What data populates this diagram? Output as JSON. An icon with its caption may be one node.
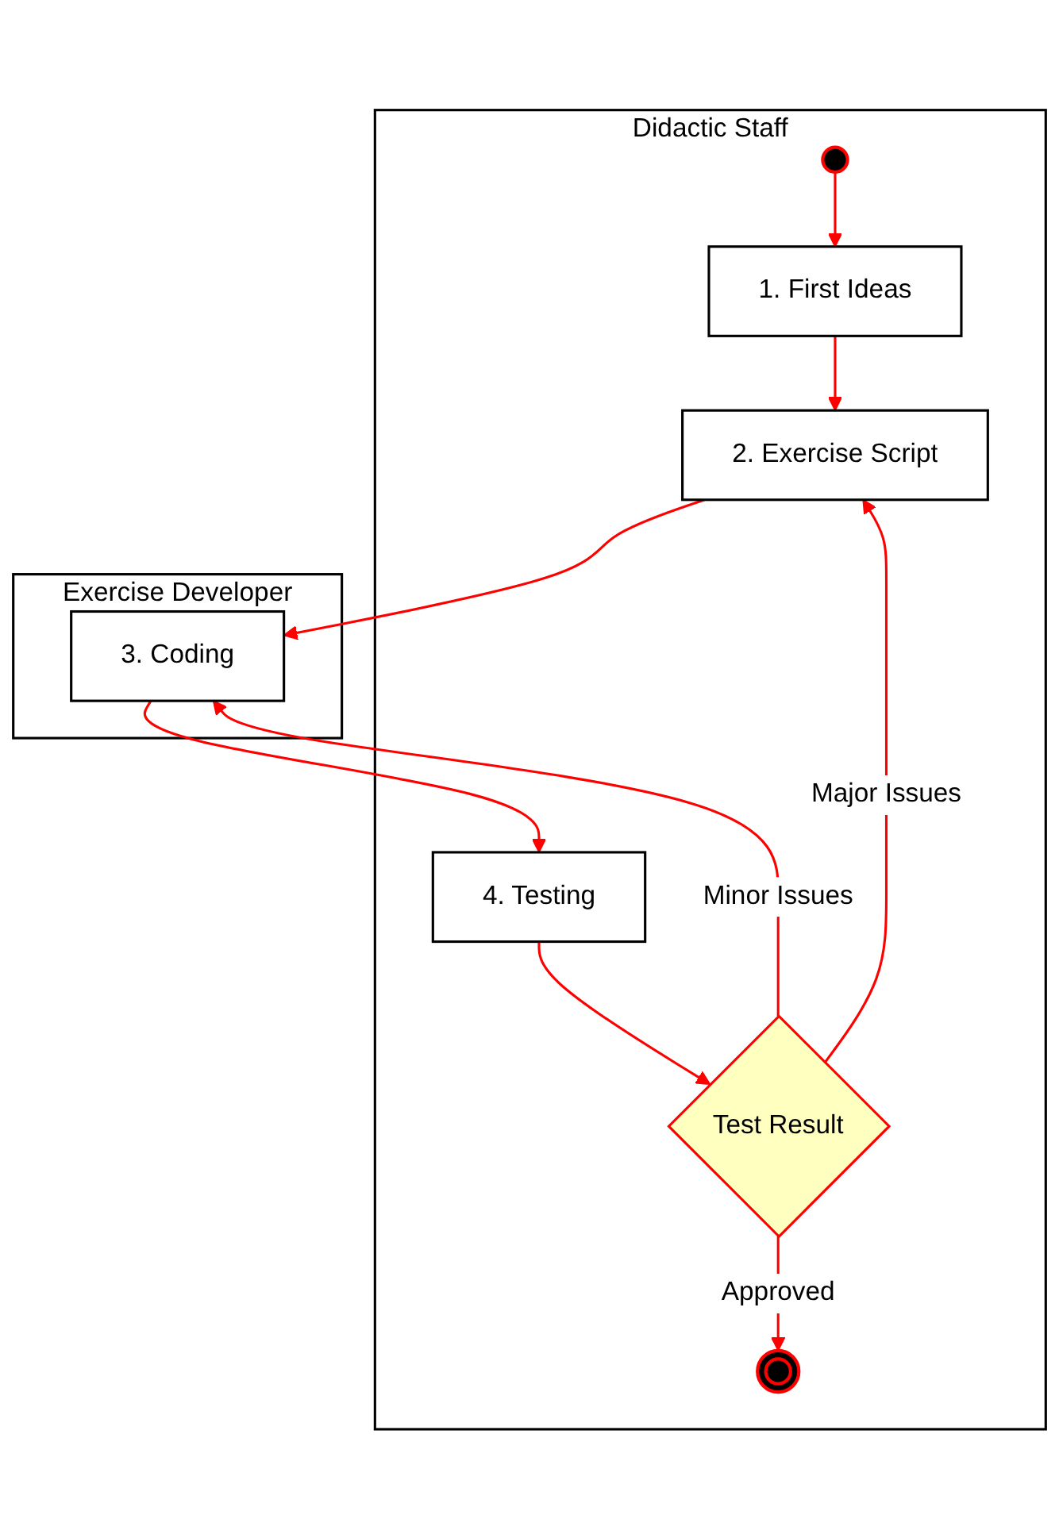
{
  "diagram": {
    "nodes": [
      {
        "text": [
          "Didactic Staff"
        ]
      },
      {
        "text": [
          "Exercise Developer"
        ]
      },
      {
        "text": [],
        "shape": "circle",
        "in": 0
      },
      {
        "text": [
          "1. First Ideas"
        ],
        "in": 0
      },
      {
        "text": [
          "2. Exercise Script"
        ],
        "in": 0
      },
      {
        "text": [
          "4. Testing"
        ],
        "in": 0
      },
      {
        "text": [
          "Test Result"
        ],
        "in": 0
      },
      {
        "text": [],
        "shape": "circle",
        "in": 0
      },
      {
        "text": [
          "3. Coding"
        ],
        "in": 1
      }
    ],
    "edges": [
      {
        "from": 2,
        "to": 3,
        "arrow": "to"
      },
      {
        "from": 3,
        "to": 4,
        "arrow": "to"
      },
      {
        "from": 4,
        "to": 8,
        "arrow": "to"
      },
      {
        "from": 8,
        "to": 5,
        "arrow": "to"
      },
      {
        "from": 5,
        "to": 6,
        "arrow": "to"
      },
      {
        "from": 6,
        "to": 4,
        "arrow": "to",
        "label": "Major Issues"
      },
      {
        "from": 6,
        "to": 8,
        "arrow": "to",
        "label": "Minor Issues"
      },
      {
        "from": 6,
        "to": 7,
        "arrow": "to",
        "label": "Approved"
      }
    ]
  }
}
